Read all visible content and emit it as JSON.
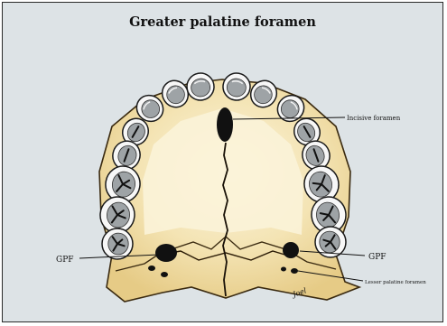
{
  "title": "Greater palatine foramen",
  "labels": {
    "incisive": "Incisive foramen",
    "gpf_left": "GPF",
    "gpf_right": "GPF",
    "lesser": "Lesser palatine foramen",
    "signature": "Joel"
  },
  "colors": {
    "background": "#dde3e6",
    "palate": "#efd9a1",
    "palate_center": "#fbf3d8",
    "tooth_outer": "#f7f7f7",
    "tooth_inner": "#9ea3a6",
    "foramen": "#111111"
  }
}
